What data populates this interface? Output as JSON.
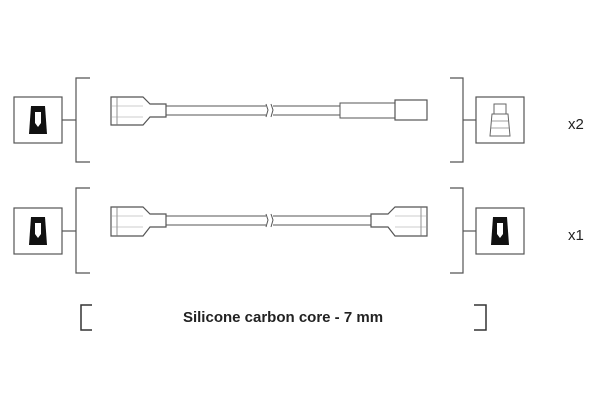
{
  "cables": [
    {
      "quantity_label": "x2",
      "left_connector_icon": "spark-plug-boot-icon",
      "right_connector_icon": "distributor-boot-outline-icon"
    },
    {
      "quantity_label": "x1",
      "left_connector_icon": "spark-plug-boot-icon",
      "right_connector_icon": "spark-plug-boot-icon"
    }
  ],
  "caption": "Silicone carbon core - 7 mm",
  "colors": {
    "line": "#555555",
    "fill_dark": "#111111",
    "fill_light": "#ffffff",
    "text": "#222222"
  }
}
